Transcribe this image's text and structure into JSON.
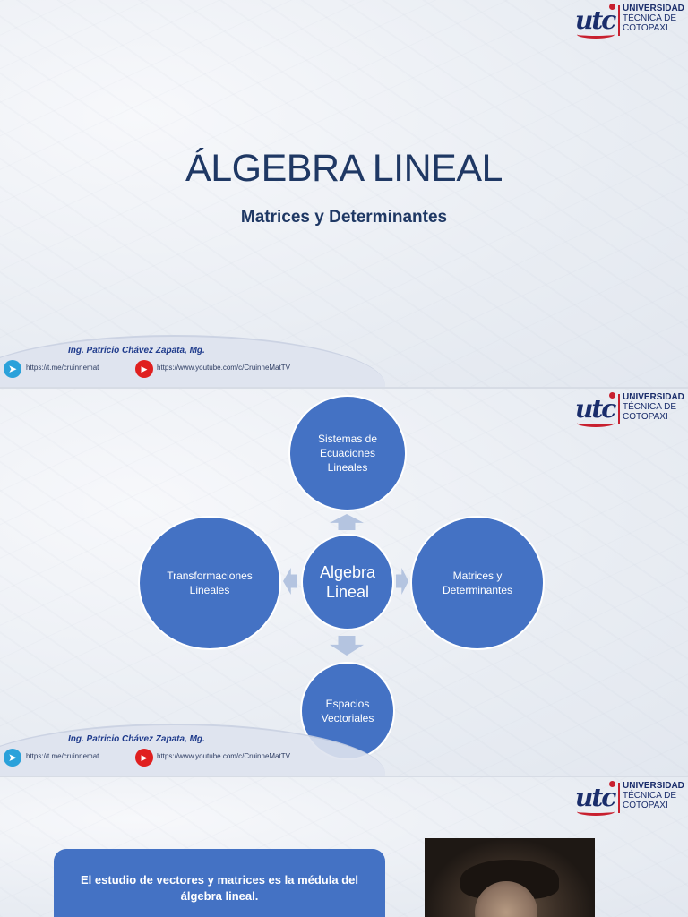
{
  "logo": {
    "mark": "utc",
    "line1": "UNIVERSIDAD",
    "line2": "TÉCNICA DE",
    "line3": "COTOPAXI"
  },
  "slide1": {
    "title": "ÁLGEBRA LINEAL",
    "subtitle": "Matrices y Determinantes"
  },
  "footer": {
    "author": "Ing. Patricio Chávez Zapata, Mg.",
    "telegram_link": "https://t.me/cruinnemat",
    "youtube_link": "https://www.youtube.com/c/CruinneMatTV",
    "telegram_icon": "telegram-icon",
    "youtube_icon": "youtube-icon"
  },
  "slide2": {
    "center": "Algebra Lineal",
    "top": "Sistemas de Ecuaciones Lineales",
    "left": "Transformaciones Lineales",
    "right": "Matrices y Determinantes",
    "bottom": "Espacios Vectoriales"
  },
  "slide3": {
    "text": "El estudio de vectores y matrices es la médula del álgebra lineal."
  },
  "colors": {
    "title": "#1f3864",
    "circle": "#4472c4",
    "logo_red": "#c8202f",
    "logo_blue": "#1a2d6b"
  }
}
